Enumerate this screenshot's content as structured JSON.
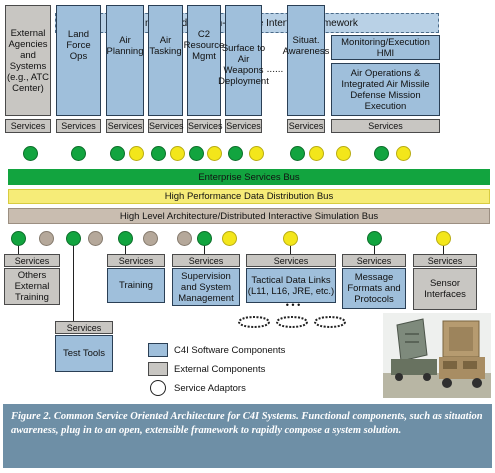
{
  "framework_label": "Integrated Human-Machine Interface Framework",
  "services_label": "Services",
  "top_components": [
    {
      "id": "external",
      "label": "External Agencies and Systems (e.g., ATC Center)"
    },
    {
      "id": "land",
      "label": "Land Force Ops"
    },
    {
      "id": "air-planning",
      "label": "Air Planning"
    },
    {
      "id": "air-tasking",
      "label": "Air Tasking"
    },
    {
      "id": "c2",
      "label": "C2 Resource Mgmt"
    },
    {
      "id": "surface",
      "label": "Surface to Air Weapons Deployment"
    },
    {
      "id": "ellipsis",
      "label": "......"
    },
    {
      "id": "situat",
      "label": "Situat. Awareness"
    },
    {
      "id": "monitoring",
      "label": "Monitoring/Execution HMI"
    },
    {
      "id": "airops",
      "label": "Air Operations & Integrated Air Missile Defense Mission Execution"
    }
  ],
  "buses": {
    "enterprise": "Enterprise Services Bus",
    "hpdd": "High Performance Data Distribution Bus",
    "hla": "High Level Architecture/Distributed Interactive Simulation Bus"
  },
  "bottom_components": [
    {
      "id": "others",
      "label": "Others External Training"
    },
    {
      "id": "training",
      "label": "Training"
    },
    {
      "id": "supervision",
      "label": "Supervision and System Management"
    },
    {
      "id": "tactical",
      "label": "Tactical Data Links (L11, L16, JRE, etc.)"
    },
    {
      "id": "message",
      "label": "Message Formats and Protocols"
    },
    {
      "id": "sensor",
      "label": "Sensor Interfaces"
    },
    {
      "id": "testtools",
      "label": "Test Tools"
    }
  ],
  "ellipsis_dots": "• • •",
  "legend": {
    "c4i": "C4I Software Components",
    "external": "External Components",
    "adaptors": "Service Adaptors"
  },
  "caption": "Figure 2. Common Service Oriented Architecture for C4I Systems. Functional components, such as situation awareness, plug in to an open, extensible framework to rapidly compose a system solution.",
  "colors": {
    "c4i_component": "#9fbfdb",
    "external_component": "#c8c6c2",
    "enterprise_bus": "#12a43f",
    "hpdd_bus": "#f6ec78",
    "hla_bus": "#c9bdb0",
    "adaptor_green": "#12a43f",
    "adaptor_yellow": "#f3e61b",
    "adaptor_tan": "#b5a89a",
    "caption_bg": "#6e8fa6"
  }
}
